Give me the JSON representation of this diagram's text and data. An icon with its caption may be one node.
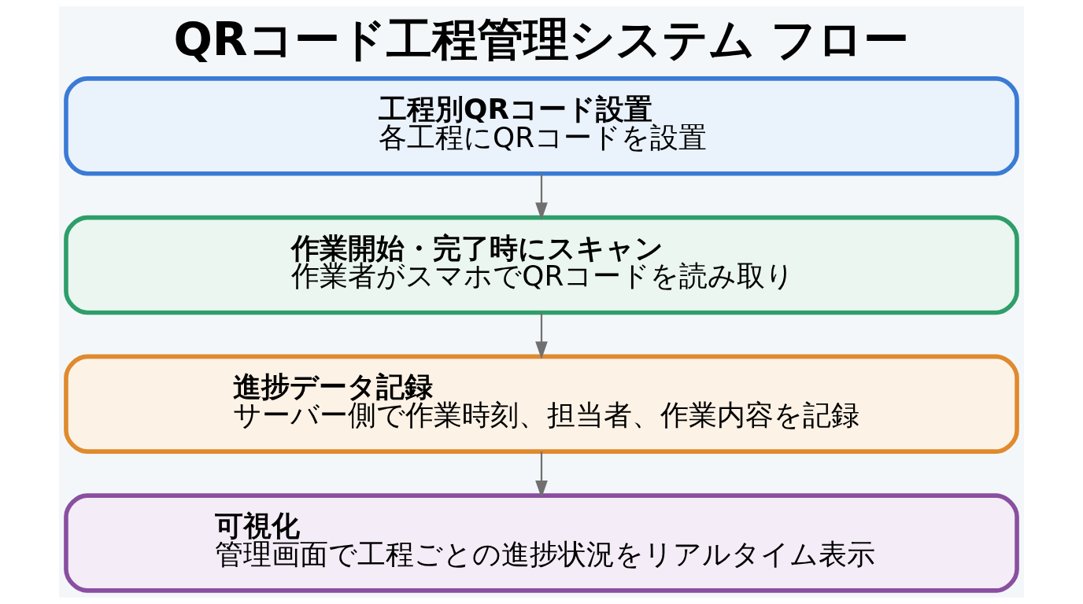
{
  "diagram": {
    "title": "QRコード工程管理システム フロー",
    "nodes": [
      {
        "text": [
          "工程別QRコード設置",
          "各工程にQRコードを設置"
        ]
      },
      {
        "text": [
          "作業開始・完了時にスキャン",
          "作業者がスマホでQRコードを読み取り"
        ]
      },
      {
        "text": [
          "進捗データ記録",
          "サーバー側で作業時刻、担当者、作業内容を記録"
        ]
      },
      {
        "text": [
          "可視化",
          "管理画面で工程ごとの進捗状況をリアルタイム表示"
        ]
      }
    ],
    "edges": [
      {
        "from": 0,
        "to": 1,
        "arrow": "to"
      },
      {
        "from": 1,
        "to": 2,
        "arrow": "to"
      },
      {
        "from": 2,
        "to": 3,
        "arrow": "to"
      }
    ]
  }
}
